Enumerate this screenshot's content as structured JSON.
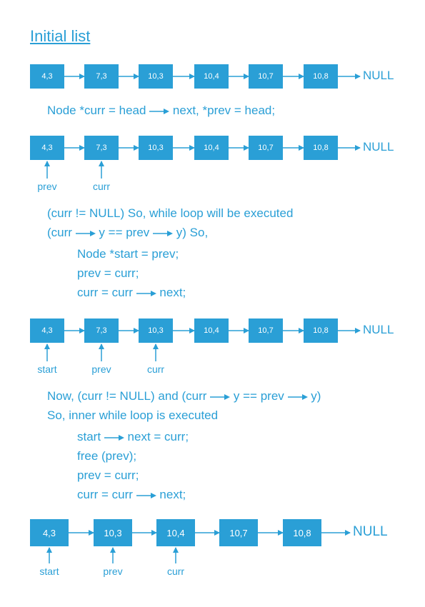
{
  "title": "Initial list",
  "null_label": "NULL",
  "rows": [
    {
      "nodes": [
        "4,3",
        "7,3",
        "10,3",
        "10,4",
        "10,7",
        "10,8"
      ]
    },
    {
      "nodes": [
        "4,3",
        "7,3",
        "10,3",
        "10,4",
        "10,7",
        "10,8"
      ],
      "pointers": [
        "prev",
        "curr"
      ]
    },
    {
      "nodes": [
        "4,3",
        "7,3",
        "10,3",
        "10,4",
        "10,7",
        "10,8"
      ],
      "pointers": [
        "start",
        "prev",
        "curr"
      ]
    },
    {
      "nodes": [
        "4,3",
        "10,3",
        "10,4",
        "10,7",
        "10,8"
      ],
      "pointers": [
        "start",
        "prev",
        "curr"
      ]
    }
  ],
  "code": {
    "line1_a": "Node *curr = head",
    "line1_b": "next, *prev = head;",
    "line2": "(curr != NULL)  So, while loop will be executed",
    "line3_a": "(curr",
    "line3_b": "y == prev",
    "line3_c": "y)  So,",
    "line4": "Node *start = prev;",
    "line5": "prev = curr;",
    "line6_a": "curr = curr",
    "line6_b": "next;",
    "line7_a": "Now, (curr != NULL)  and  (curr",
    "line7_b": "y == prev",
    "line7_c": "y)",
    "line8": "So, inner while loop is executed",
    "line9_a": "start",
    "line9_b": "next = curr;",
    "line10": "free (prev);",
    "line11": "prev = curr;",
    "line12_a": "curr = curr",
    "line12_b": "next;"
  },
  "colors": {
    "accent": "#2a9fd6"
  }
}
